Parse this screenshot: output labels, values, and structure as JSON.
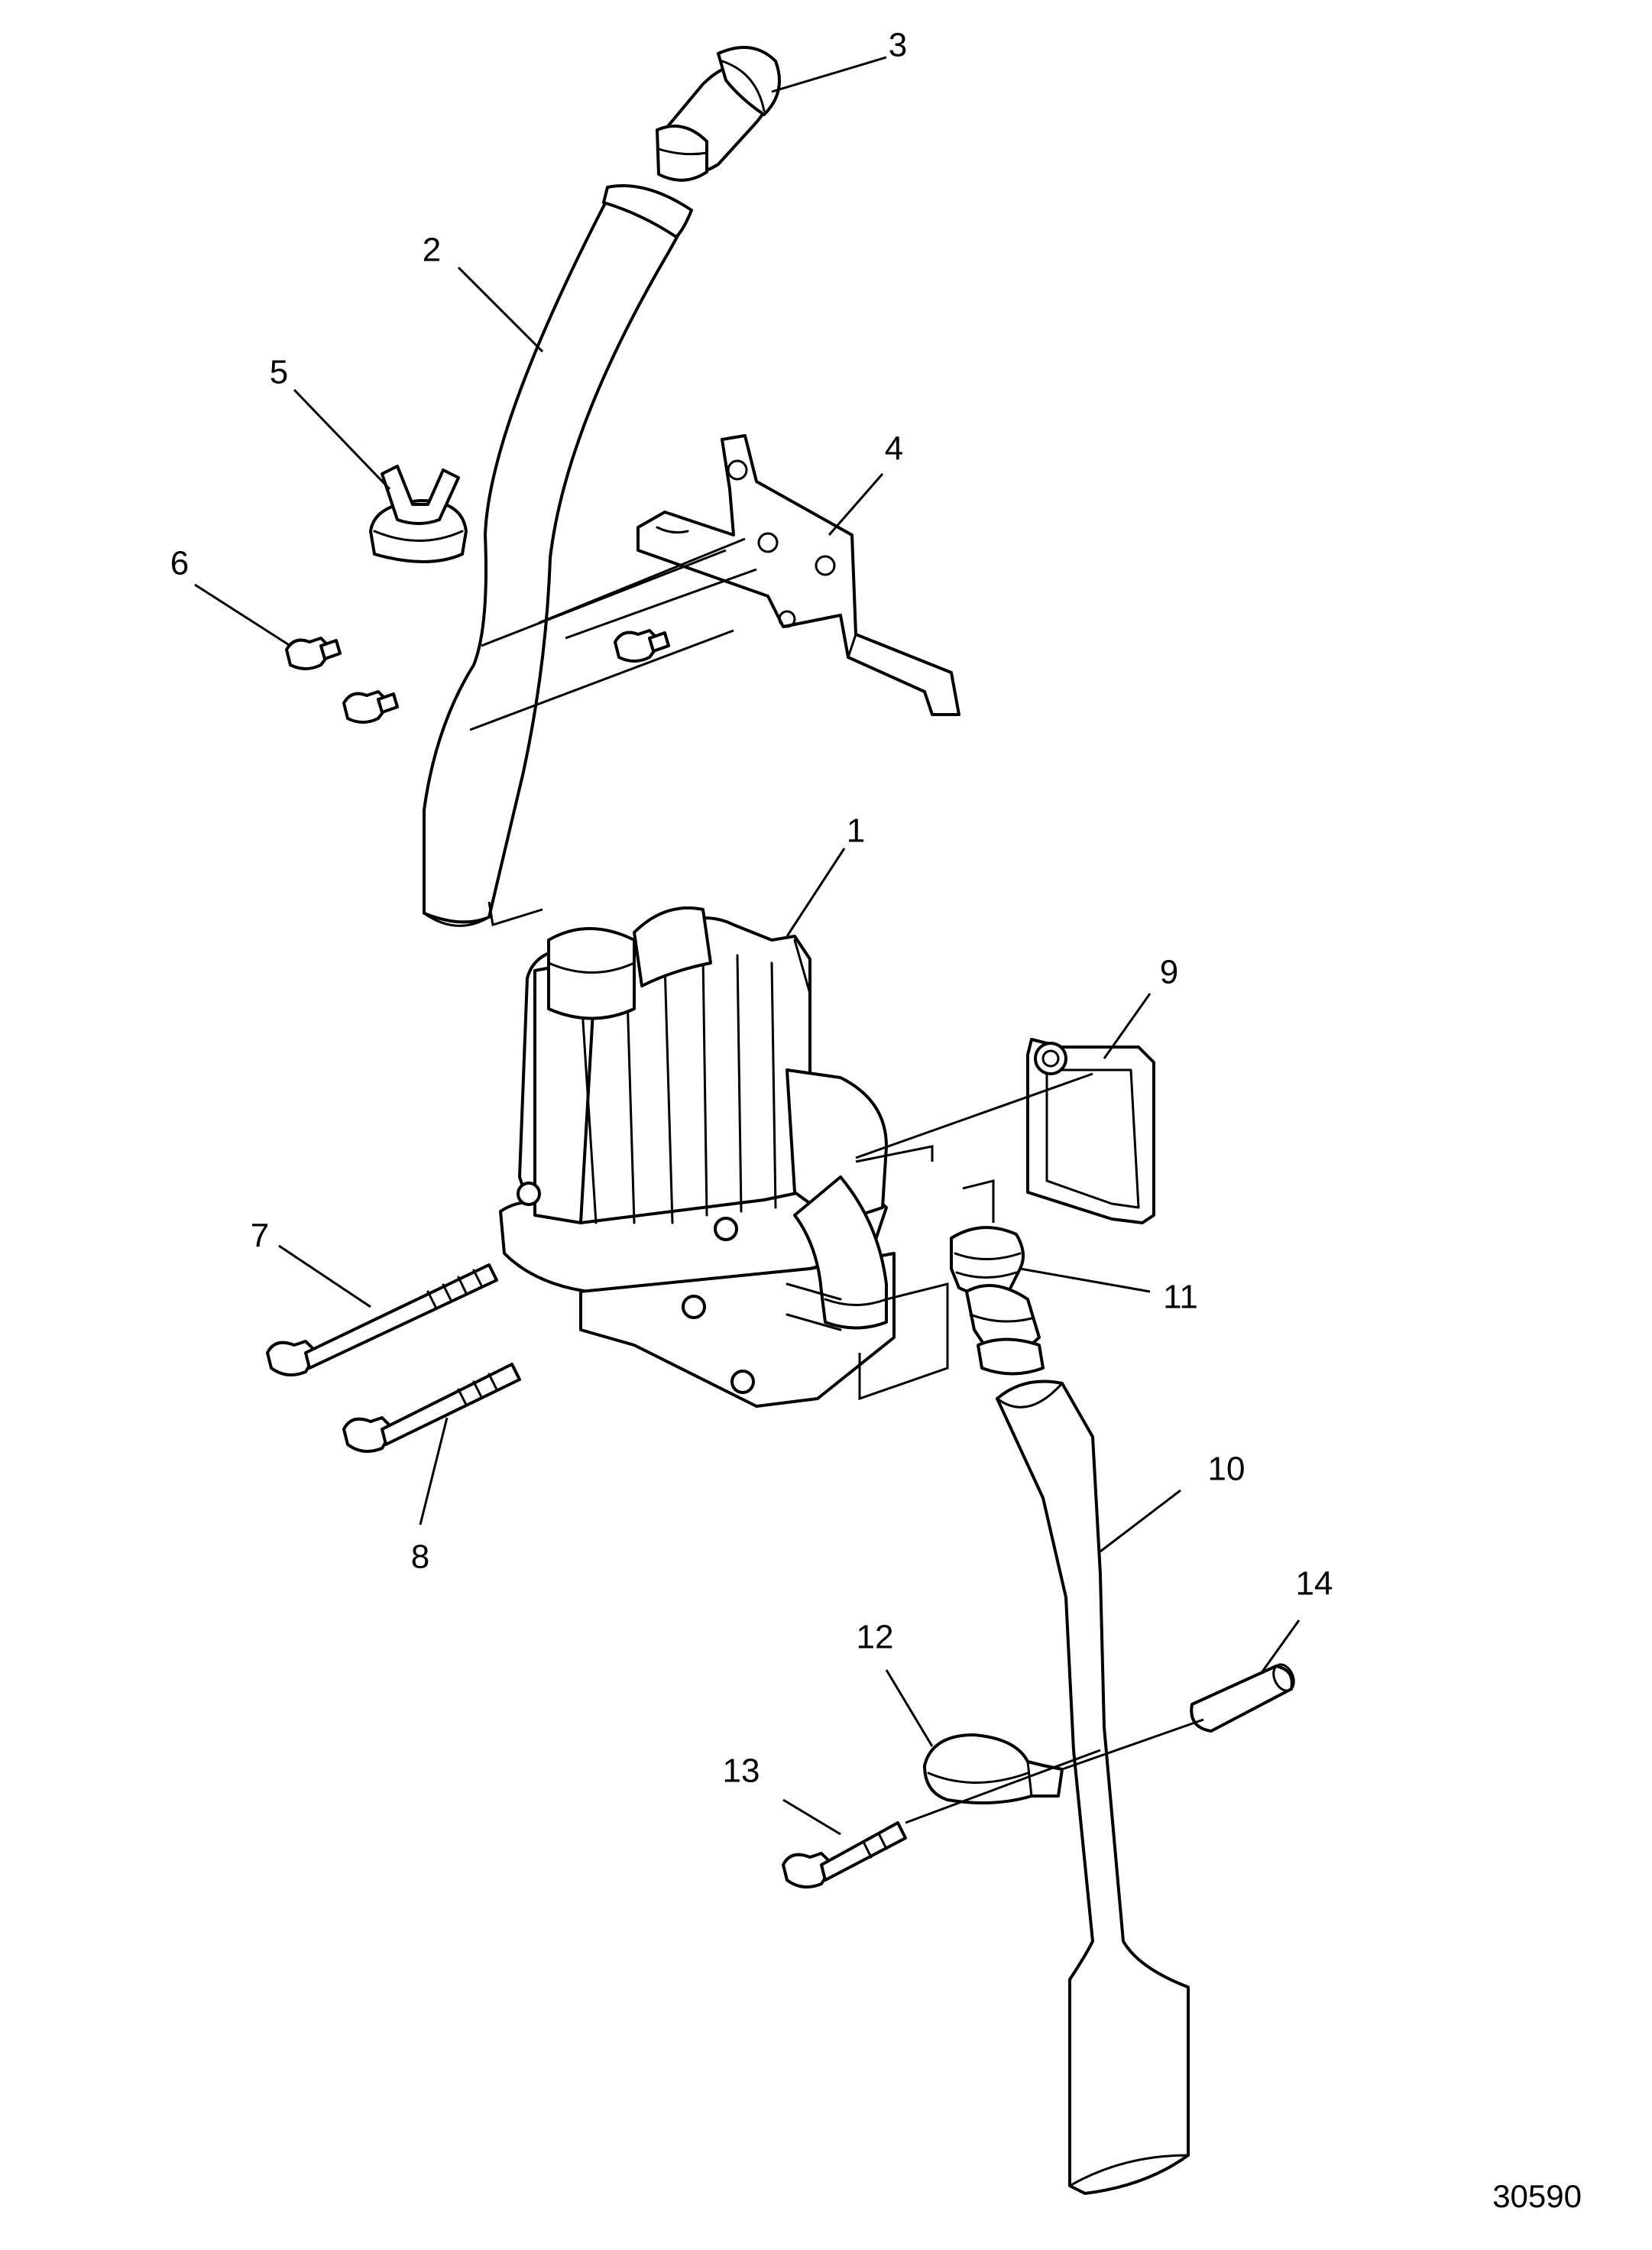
{
  "diagram": {
    "callouts": [
      "1",
      "2",
      "3",
      "4",
      "5",
      "6",
      "7",
      "8",
      "9",
      "10",
      "11",
      "12",
      "13",
      "14"
    ],
    "figure_id": "30590"
  }
}
